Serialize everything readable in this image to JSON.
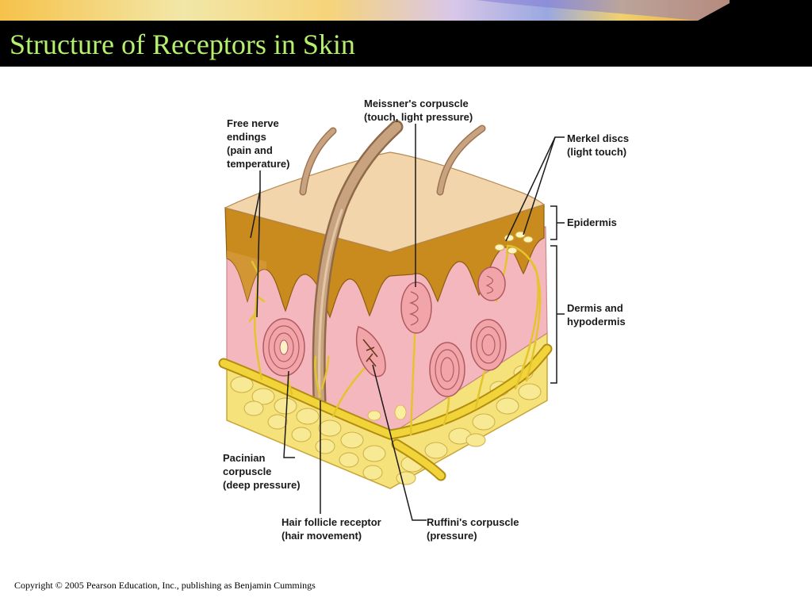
{
  "slide": {
    "title": "Structure of Receptors in Skin",
    "copyright": "Copyright © 2005 Pearson Education, Inc., publishing as Benjamin Cummings"
  },
  "labels": {
    "free_nerve_endings": [
      "Free nerve",
      "endings",
      "(pain and",
      "temperature)"
    ],
    "meissners_corpuscle": [
      "Meissner's corpuscle",
      "(touch, light pressure)"
    ],
    "merkel_discs": [
      "Merkel discs",
      "(light touch)"
    ],
    "epidermis": [
      "Epidermis"
    ],
    "dermis_hypodermis": [
      "Dermis and",
      "hypodermis"
    ],
    "pacinian_corpuscle": [
      "Pacinian",
      "corpuscle",
      "(deep pressure)"
    ],
    "hair_follicle_receptor": [
      "Hair follicle receptor",
      "(hair movement)"
    ],
    "ruffinis_corpuscle": [
      "Ruffini's corpuscle",
      "(pressure)"
    ]
  },
  "colors": {
    "title_text": "#b4f06e",
    "title_bar": "#000000",
    "epidermis_top": "#f2d5aa",
    "epidermis_layer": "#c98a1e",
    "dermis": "#f4b7bd",
    "hypodermis_fat": "#f5e27a",
    "nerve": "#f1d43a",
    "hair": "#c9a37f",
    "leader_line": "#1a1a1a"
  }
}
